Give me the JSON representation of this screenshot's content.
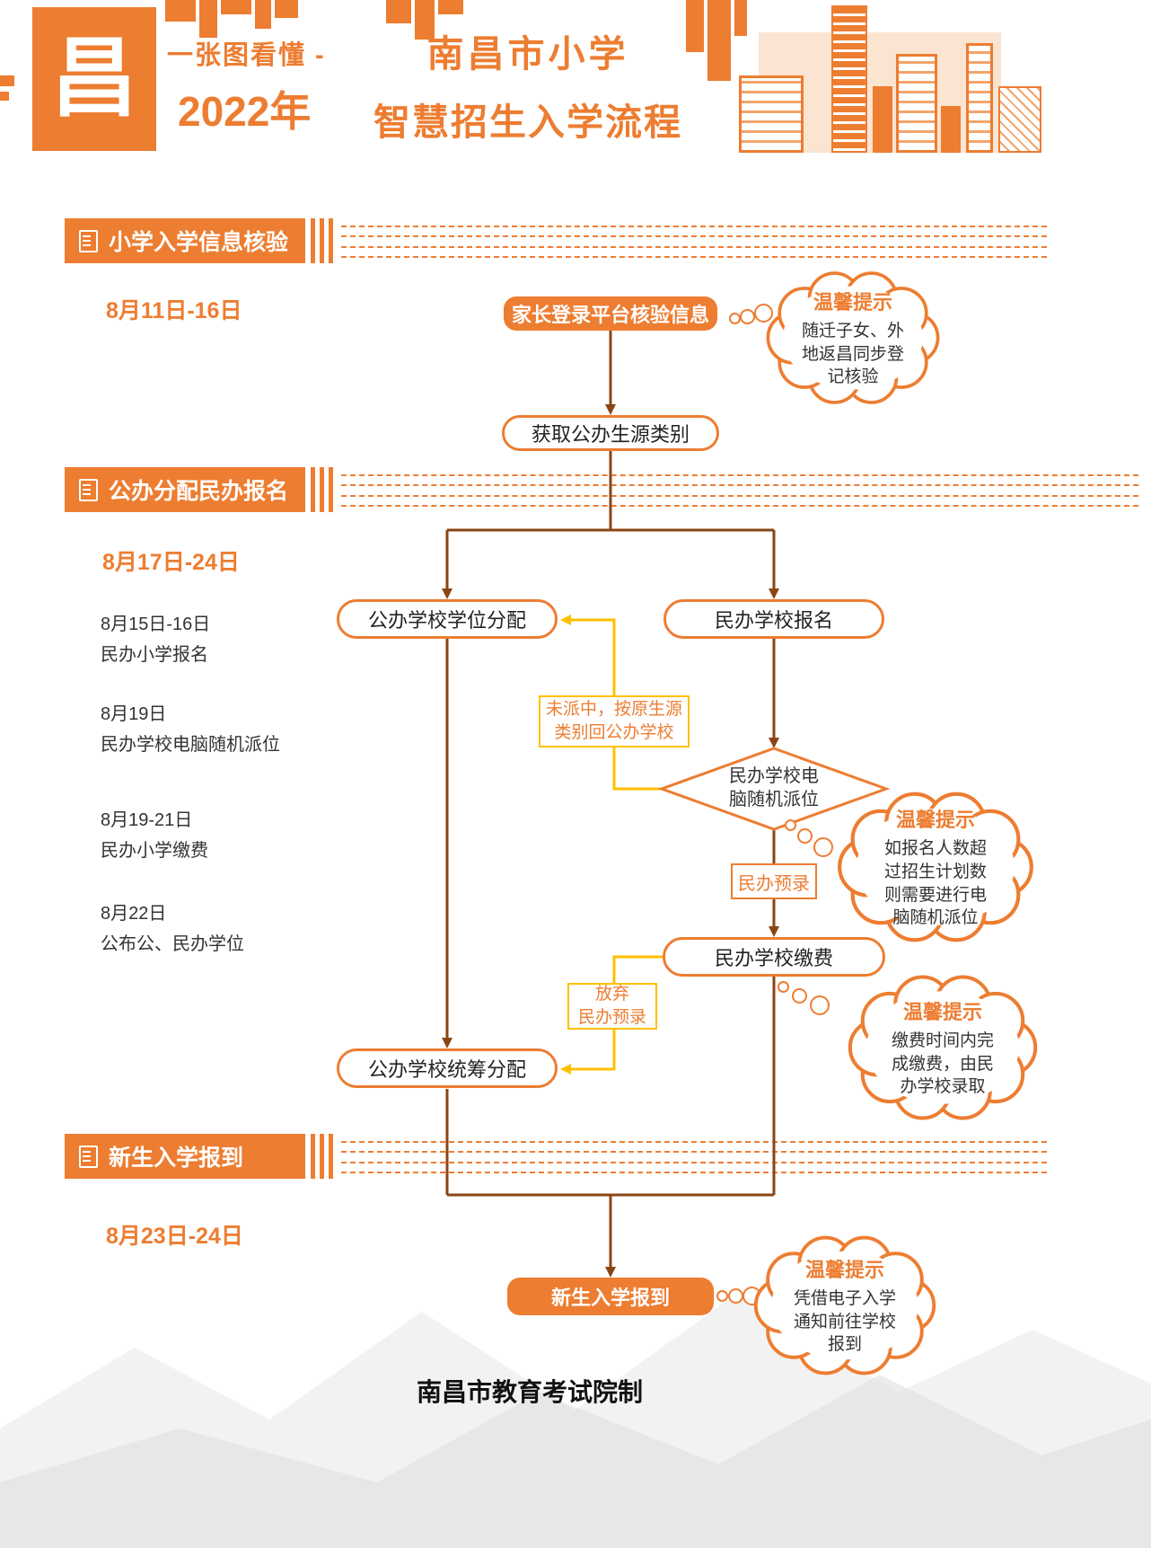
{
  "colors": {
    "accent": "#ED7D31",
    "flow_line": "#8B4513",
    "alt_path": "#FFC000"
  },
  "header": {
    "logo_char": "昌",
    "tagline": "一张图看懂 -",
    "year": "2022年",
    "title_line1": "南昌市小学",
    "title_line2": "智慧招生入学流程"
  },
  "sections": [
    {
      "title": "小学入学信息核验",
      "date": "8月11日-16日"
    },
    {
      "title": "公办分配民办报名",
      "date": "8月17日-24日"
    },
    {
      "title": "新生入学报到",
      "date": "8月23日-24日"
    }
  ],
  "timeline": [
    {
      "date": "8月15日-16日",
      "label": "民办小学报名"
    },
    {
      "date": "8月19日",
      "label": "民办学校电脑随机派位"
    },
    {
      "date": "8月19-21日",
      "label": "民办小学缴费"
    },
    {
      "date": "8月22日",
      "label": "公布公、民办学位"
    }
  ],
  "flow": {
    "verify": "家长登录平台核验信息",
    "category": "获取公办生源类别",
    "public_alloc": "公办学校学位分配",
    "private_reg": "民办学校报名",
    "lottery": "民办学校电\n脑随机派位",
    "preadmit": "民办预录",
    "payment": "民办学校缴费",
    "overall": "公办学校统筹分配",
    "report": "新生入学报到",
    "label_not_picked": "未派中，按原生源\n类别回公办学校",
    "label_giveup": "放弃\n民办预录"
  },
  "tips": [
    {
      "title": "温馨提示",
      "body": "随迁子女、外\n地返昌同步登\n记核验"
    },
    {
      "title": "温馨提示",
      "body": "如报名人数超\n过招生计划数\n则需要进行电\n脑随机派位"
    },
    {
      "title": "温馨提示",
      "body": "缴费时间内完\n成缴费，由民\n办学校录取"
    },
    {
      "title": "温馨提示",
      "body": "凭借电子入学\n通知前往学校\n报到"
    }
  ],
  "footer": {
    "credit": "南昌市教育考试院制"
  }
}
